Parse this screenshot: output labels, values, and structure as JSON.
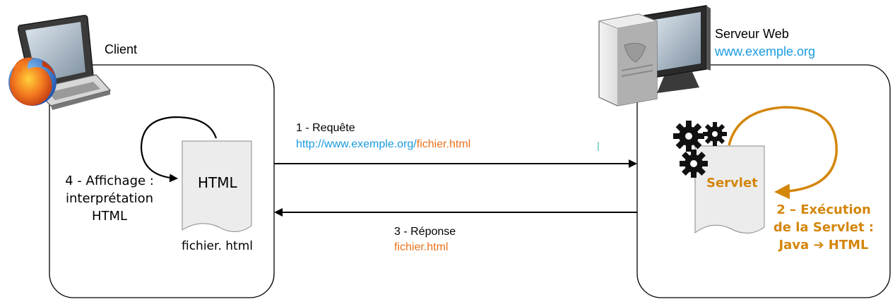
{
  "client": {
    "title": "Client",
    "page_label": "HTML",
    "file_caption": "fichier. html",
    "display_step": [
      "4 - Affichage :",
      "interprétation",
      "HTML"
    ]
  },
  "server": {
    "title": "Serveur Web",
    "url": "www.exemple.org",
    "servlet_label": "Servlet",
    "exec_step": [
      "2 – Exécution",
      "de la Servlet :",
      "Java ➔ HTML"
    ]
  },
  "request": {
    "title": "1 - Requête",
    "url_base": "http://www.exemple.org/",
    "url_file": "fichier.html"
  },
  "response": {
    "title": "3 - Réponse",
    "file": "fichier.html"
  },
  "icons": [
    "laptop-icon",
    "firefox-icon",
    "server-computer-icon",
    "gear-icon"
  ],
  "colors": {
    "url_blue": "#1a9be0",
    "file_orange": "#e8731e",
    "servlet_orange": "#d4860b",
    "line": "#000000"
  }
}
